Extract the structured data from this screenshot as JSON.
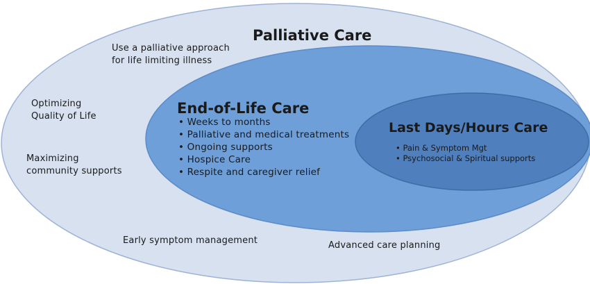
{
  "palliative": {
    "title": "Palliative Care",
    "notes": [
      "Use a palliative approach\nfor life limiting illness",
      "Optimizing\nQuality of Life",
      "Maximizing\ncommunity supports",
      "Early symptom management",
      "Advanced care planning"
    ]
  },
  "end_of_life": {
    "title": "End-of-Life Care",
    "items": [
      "Weeks to months",
      "Palliative and medical treatments",
      "Ongoing supports",
      "Hospice Care",
      "Respite and caregiver relief"
    ]
  },
  "last_days": {
    "title": "Last Days/Hours Care",
    "items": [
      "Pain & Symptom Mgt",
      "Psychosocial & Spiritual supports"
    ]
  },
  "colors": {
    "outer_fill": "#d7e1f0",
    "outer_stroke": "#9db3d6",
    "middle_fill": "#6f9fd8",
    "middle_stroke": "#5b8bc8",
    "inner_fill": "#4f7fbd",
    "inner_stroke": "#3f6ca6"
  }
}
